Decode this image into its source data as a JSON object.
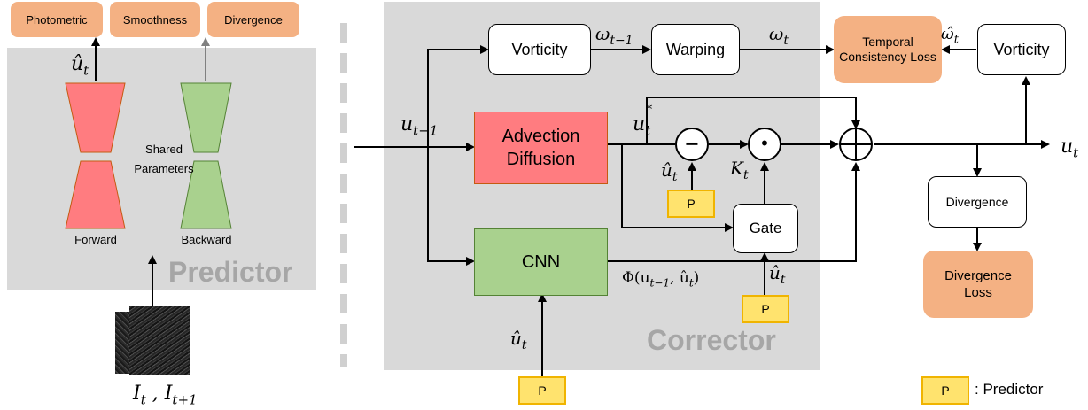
{
  "predictor": {
    "title": "Predictor",
    "loss_photometric": "Photometric",
    "loss_smoothness": "Smoothness",
    "loss_divergence": "Divergence",
    "output_symbol": "û",
    "output_sub": "t",
    "shared_label_1": "Shared",
    "shared_label_2": "Parameters",
    "forward_label": "Forward",
    "backward_label": "Backward",
    "input_symbol": "I",
    "input_sub_1": "t",
    "input_sep": " , ",
    "input_sub_2": "t+1"
  },
  "corrector": {
    "title": "Corrector",
    "vorticity_label": "Vorticity",
    "warping_label": "Warping",
    "temporal_loss_label": "Temporal Consistency Loss",
    "vorticity_right_label": "Vorticity",
    "advection_label_1": "Advection",
    "advection_label_2": "Diffusion",
    "cnn_label": "CNN",
    "gate_label": "Gate",
    "divergence_label": "Divergence",
    "divergence_loss_label": "Divergence Loss",
    "predictor_box_label": "P",
    "minus_symbol": "−",
    "dot_symbol": "•",
    "u_prev": "u",
    "u_prev_sub": "t−1",
    "omega_prev": "ω",
    "omega_prev_sub": "t−1",
    "omega_t": "ω",
    "omega_t_sub": "t",
    "omega_hat": "ω̂",
    "omega_hat_sub": "t",
    "u_star": "u",
    "u_star_sup": "*",
    "u_star_sub": "t",
    "u_hat": "û",
    "u_hat_sub": "t",
    "k_t": "K",
    "k_t_sub": "t",
    "phi_text": "Φ(u",
    "phi_sub": "t−1",
    "phi_rest": ", û",
    "phi_sub2": "t",
    "phi_close": ")",
    "u_out": "u",
    "u_out_sub": "t"
  },
  "legend": {
    "box_label": "P",
    "text": ": Predictor"
  },
  "colors": {
    "panel": "#d9d9d9",
    "loss": "#f4b183",
    "advection": "#ff7c80",
    "advection_border": "#c55a11",
    "cnn": "#a9d18e",
    "cnn_border": "#548235",
    "predictor_box": "#ffe36e",
    "predictor_border": "#f0b400",
    "title_gray": "#a6a6a6"
  }
}
